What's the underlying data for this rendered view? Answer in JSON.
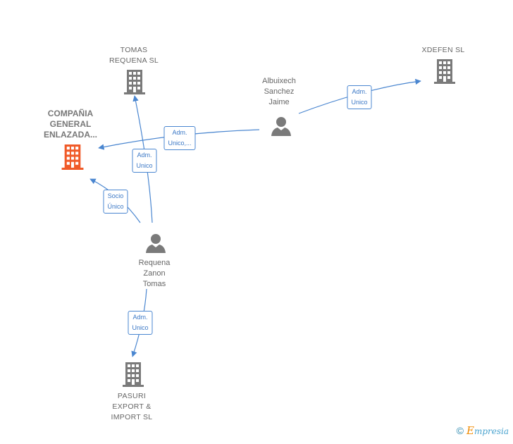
{
  "colors": {
    "edge": "#4a86d0",
    "building": "#7a7a7a",
    "building_focus": "#f05a28",
    "person": "#7a7a7a"
  },
  "nodes": {
    "tomas_requena": {
      "label": "TOMAS\nREQUENA  SL",
      "icon": "building-icon"
    },
    "xdefen": {
      "label": "XDEFEN  SL",
      "icon": "building-icon"
    },
    "compania": {
      "label": "COMPAÑIA\nGENERAL\nENLAZADA...",
      "icon": "building-icon"
    },
    "albuixech": {
      "label": "Albuixech\nSanchez\nJaime",
      "icon": "person-icon"
    },
    "requena_zanon": {
      "label": "Requena\nZanon\nTomas",
      "icon": "person-icon"
    },
    "pasuri": {
      "label": "PASURI\nEXPORT &\nIMPORT  SL",
      "icon": "building-icon"
    }
  },
  "edges": {
    "albuixech_xdefen": "Adm.\nUnico",
    "albuixech_compania": "Adm.\nUnico,...",
    "requena_tomas": "Adm.\nUnico",
    "requena_compania": "Socio\nÚnico",
    "requena_pasuri": "Adm.\nUnico"
  },
  "footer": {
    "copyright": "©",
    "brand_initial": "E",
    "brand_rest": "mpresia"
  }
}
